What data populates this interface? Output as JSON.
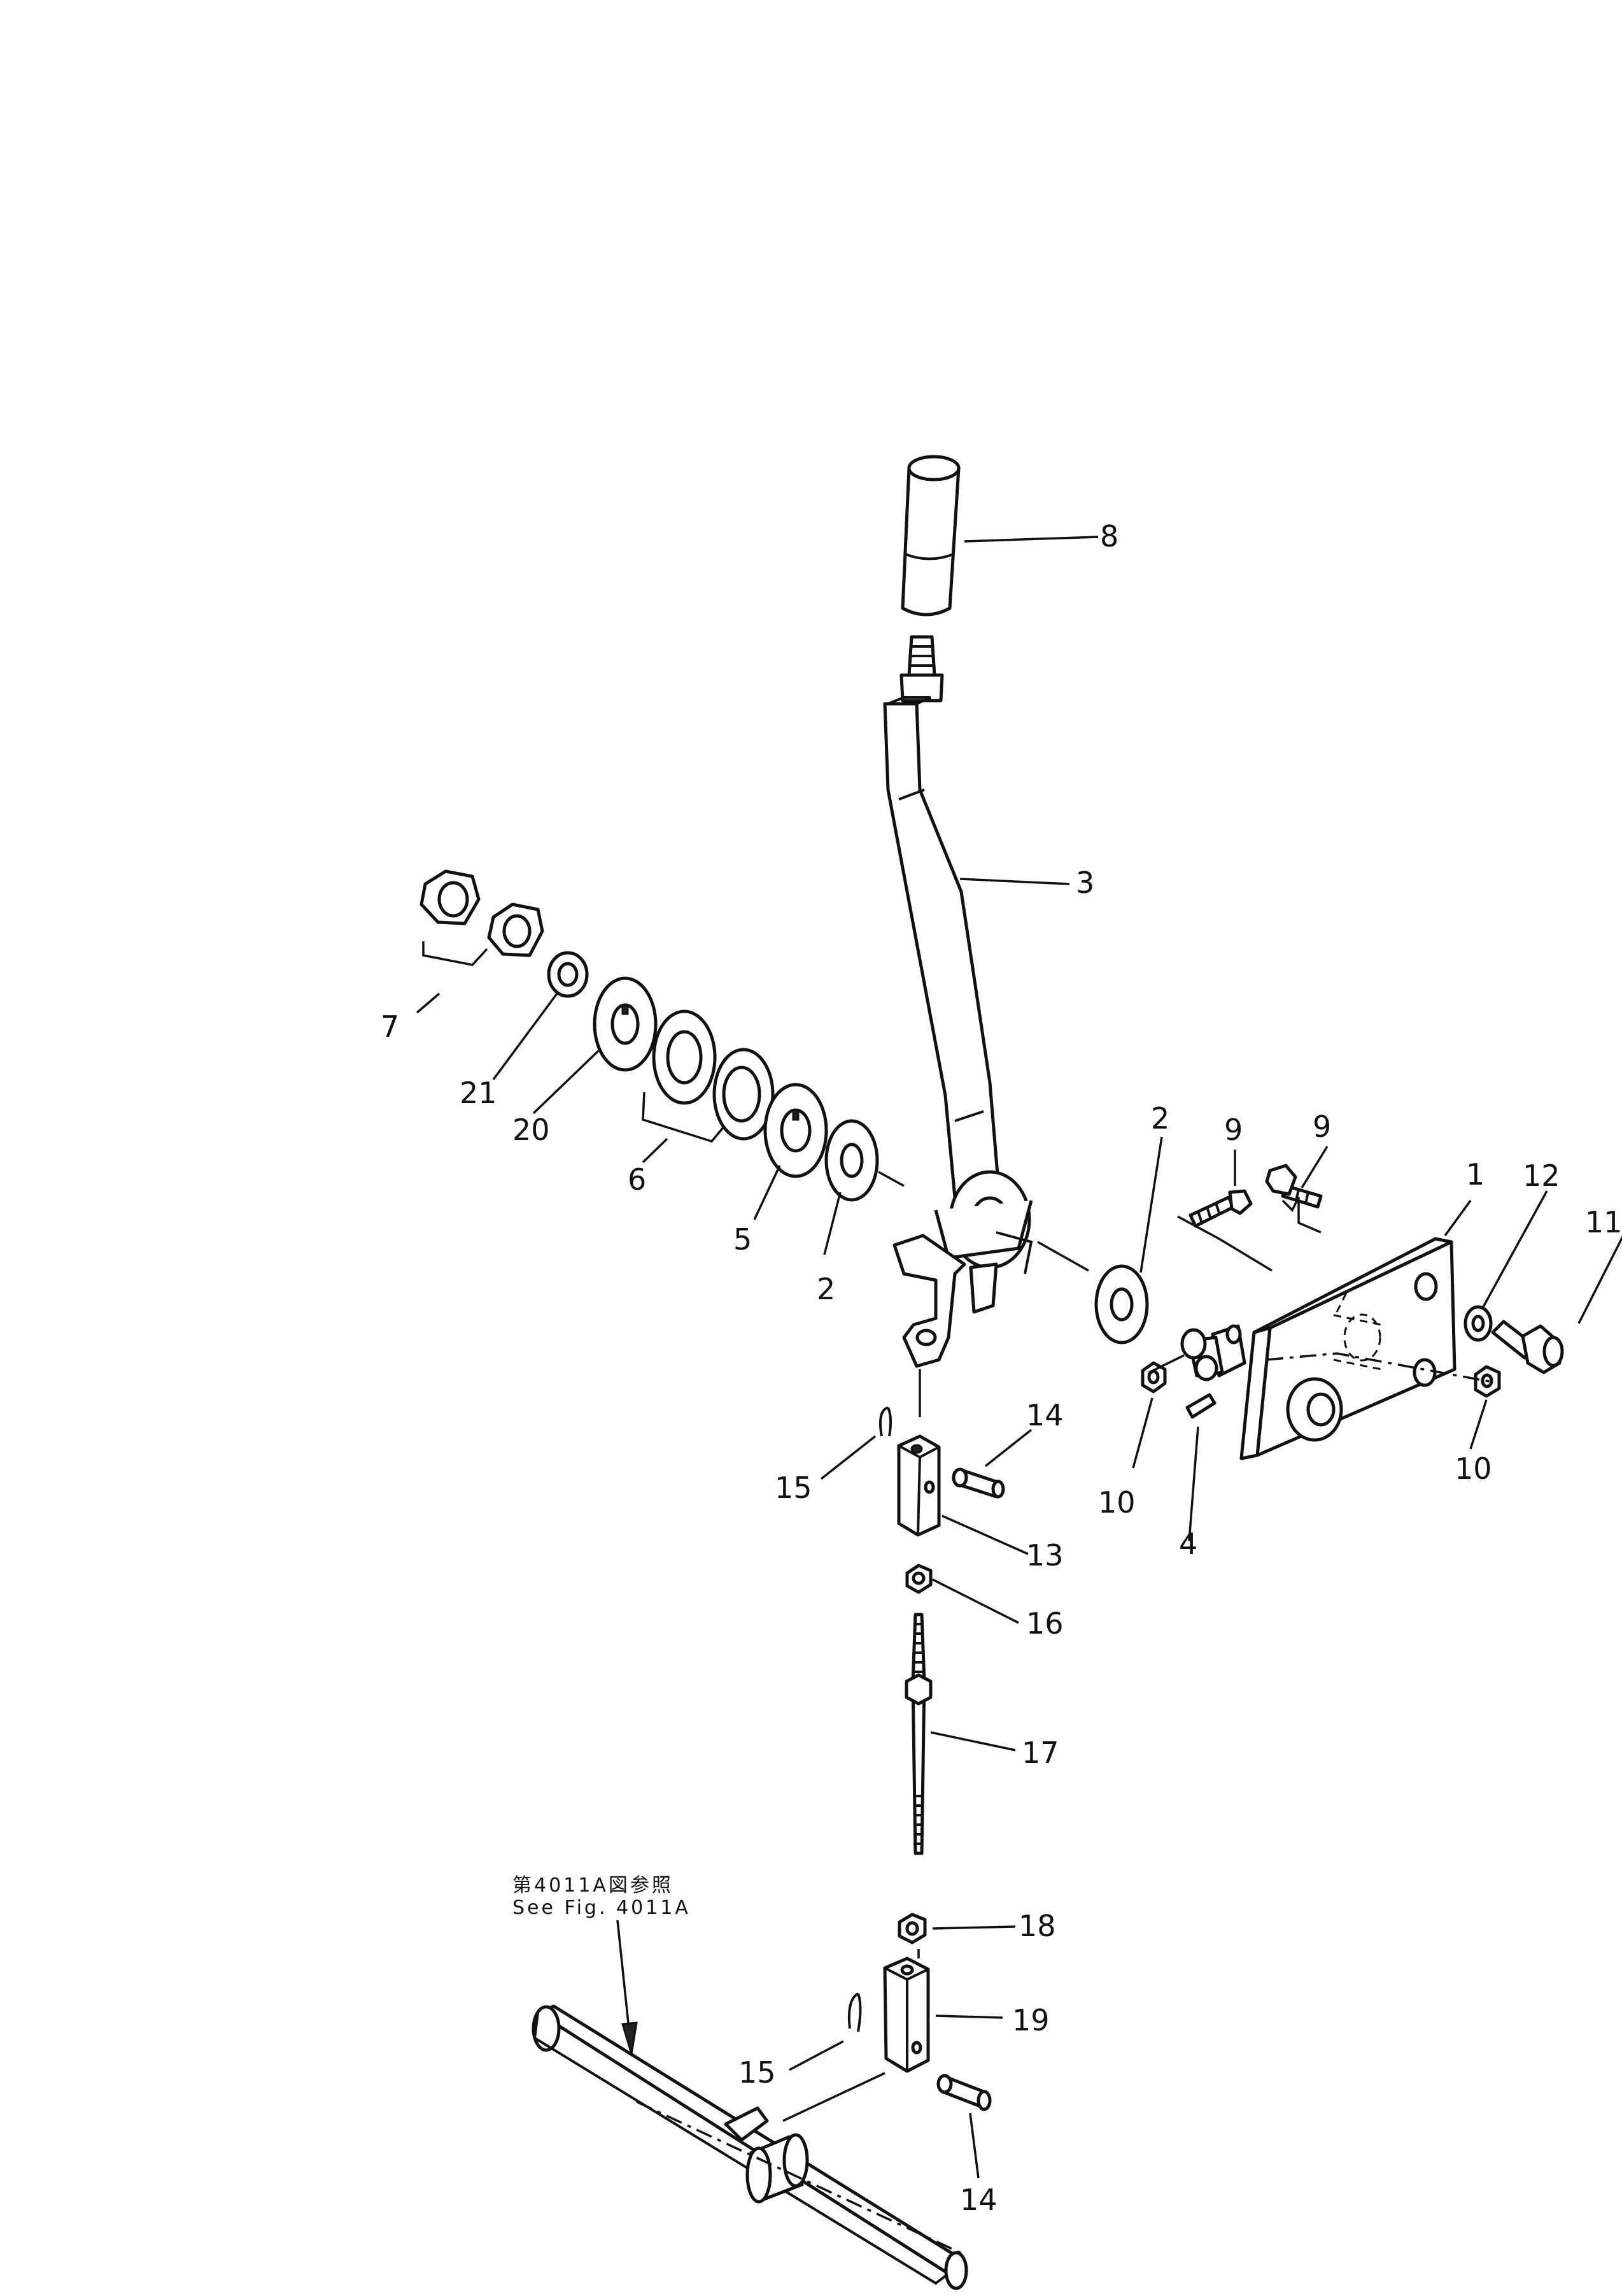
{
  "callouts": [
    {
      "id": "c8",
      "text": "8"
    },
    {
      "id": "c3",
      "text": "3"
    },
    {
      "id": "c7",
      "text": "7"
    },
    {
      "id": "c21",
      "text": "21"
    },
    {
      "id": "c20",
      "text": "20"
    },
    {
      "id": "c6",
      "text": "6"
    },
    {
      "id": "c5",
      "text": "5"
    },
    {
      "id": "c2a",
      "text": "2"
    },
    {
      "id": "c2b",
      "text": "2"
    },
    {
      "id": "c9a",
      "text": "9"
    },
    {
      "id": "c9b",
      "text": "9"
    },
    {
      "id": "c1",
      "text": "1"
    },
    {
      "id": "c12",
      "text": "12"
    },
    {
      "id": "c11",
      "text": "11"
    },
    {
      "id": "c10a",
      "text": "10"
    },
    {
      "id": "c10b",
      "text": "10"
    },
    {
      "id": "c4",
      "text": "4"
    },
    {
      "id": "c14a",
      "text": "14"
    },
    {
      "id": "c15a",
      "text": "15"
    },
    {
      "id": "c13",
      "text": "13"
    },
    {
      "id": "c16",
      "text": "16"
    },
    {
      "id": "c17",
      "text": "17"
    },
    {
      "id": "c18",
      "text": "18"
    },
    {
      "id": "c19",
      "text": "19"
    },
    {
      "id": "c15b",
      "text": "15"
    },
    {
      "id": "c14b",
      "text": "14"
    }
  ],
  "reference": {
    "line1": "第4011A図参照",
    "line2": "See Fig. 4011A"
  }
}
